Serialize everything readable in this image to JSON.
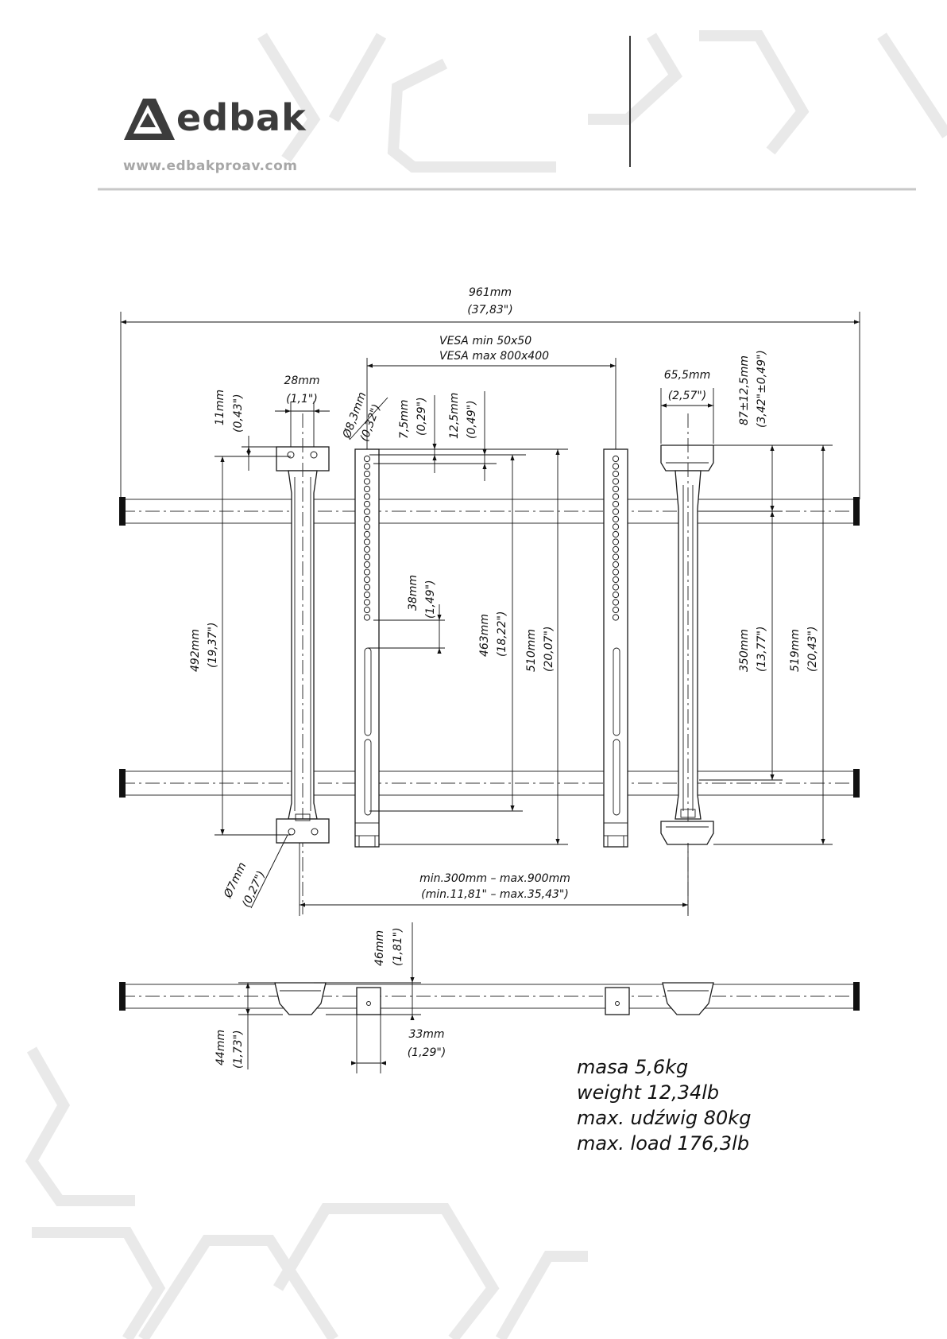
{
  "brand": {
    "logo_text": "edbak",
    "website": "www.edbakproav.com"
  },
  "dimensions": {
    "overall_width_mm": "961mm",
    "overall_width_in": "(37,83\")",
    "vesa_min": "VESA  min  50x50",
    "vesa_max": "VESA  max  800x400",
    "w28_mm": "28mm",
    "w28_in": "(1,1\")",
    "d11_mm": "11mm",
    "d11_in": "(0,43\")",
    "hole83_mm": "Ø8,3mm",
    "hole83_in": "(0,32\")",
    "d75_mm": "7,5mm",
    "d75_in": "(0,29\")",
    "d125_mm": "12,5mm",
    "d125_in": "(0,49\")",
    "w655_mm": "65,5mm",
    "w655_in": "(2,57\")",
    "d87_mm": "87±12,5mm",
    "d87_in": "(3,42\"±0,49\")",
    "h492_mm": "492mm",
    "h492_in": "(19,37\")",
    "d38_mm": "38mm",
    "d38_in": "(1,49\")",
    "h463_mm": "463mm",
    "h463_in": "(18,22\")",
    "h510_mm": "510mm",
    "h510_in": "(20,07\")",
    "h350_mm": "350mm",
    "h350_in": "(13,77\")",
    "h519_mm": "519mm",
    "h519_in": "(20,43\")",
    "hole7_mm": "Ø7mm",
    "hole7_in": "(0,27\")",
    "span_mm": "min.300mm  –  max.900mm",
    "span_in": "(min.11,81\"  –  max.35,43\")",
    "d46_mm": "46mm",
    "d46_in": "(1,81\")",
    "d44_mm": "44mm",
    "d44_in": "(1,73\")",
    "d33_mm": "33mm",
    "d33_in": "(1,29\")"
  },
  "specs": {
    "mass": "masa 5,6kg",
    "weight": "weight 12,34lb",
    "max_capacity_pl": "max. udźwig 80kg",
    "max_load": "max. load 176,3lb"
  },
  "colors": {
    "background": "#ffffff",
    "drawing": "#111111",
    "logo": "#3c3c3c",
    "decor": "#e9e9e9"
  }
}
